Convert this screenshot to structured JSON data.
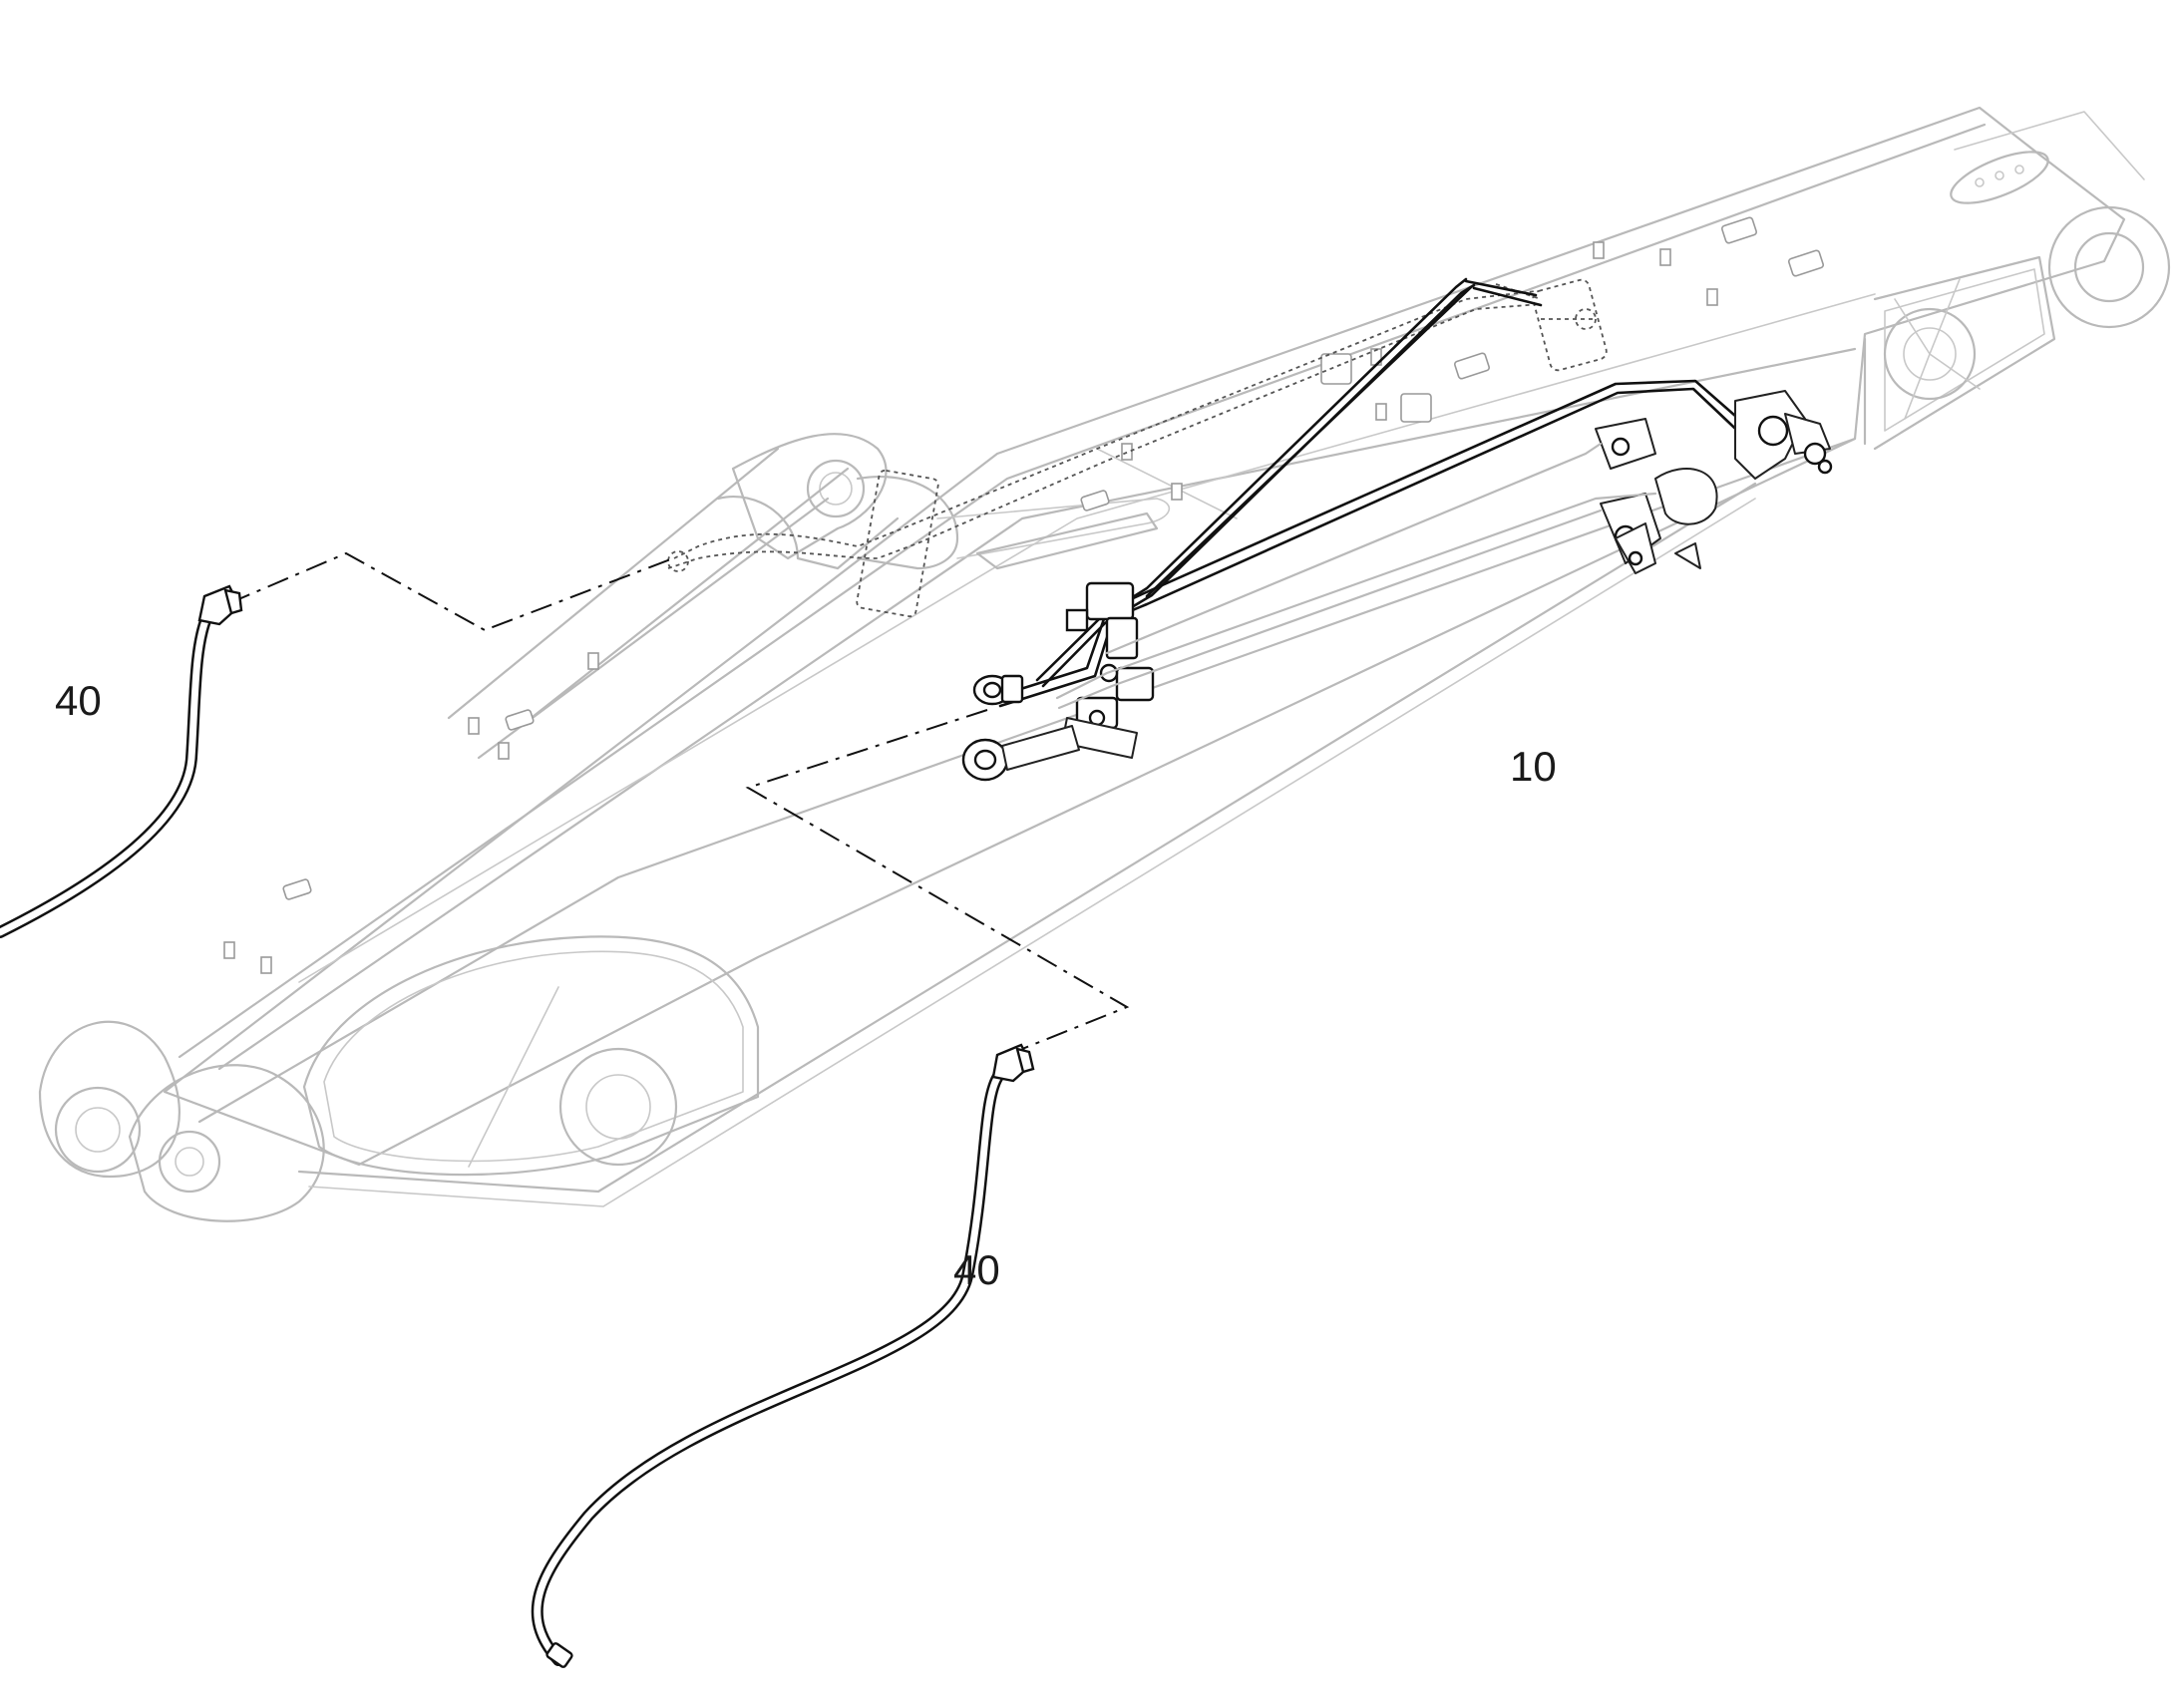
{
  "callouts": {
    "hose_upper_left": "40",
    "assembly_main": "10",
    "hose_lower": "40"
  }
}
